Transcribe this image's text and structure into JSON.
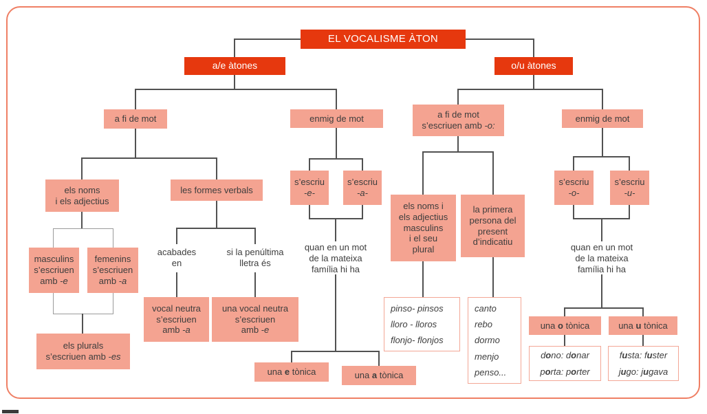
{
  "colors": {
    "red": "#e6380e",
    "salmon": "#f4a391",
    "frame_border": "#ef7f64",
    "line": "#515151",
    "text": "#3d3d3d"
  },
  "title": {
    "label": "EL VOCALISME ÀTON"
  },
  "ae": {
    "label": "a/e àtones",
    "fi": {
      "label": "a fi de mot",
      "noms": {
        "label": "els noms\ni els adjectius",
        "masculins": [
          [
            {
              "t": "masculins"
            }
          ],
          [
            {
              "t": "s’escriuen"
            }
          ],
          [
            {
              "t": "amb "
            },
            {
              "t": "-e",
              "i": true
            }
          ]
        ],
        "femenins": [
          [
            {
              "t": "femenins"
            }
          ],
          [
            {
              "t": "s’escriuen"
            }
          ],
          [
            {
              "t": "amb "
            },
            {
              "t": "-a",
              "i": true
            }
          ]
        ],
        "plurals": [
          [
            {
              "t": "els plurals"
            }
          ],
          [
            {
              "t": "s’escriuen amb "
            },
            {
              "t": "-es",
              "i": true
            }
          ]
        ]
      },
      "verbals": {
        "label": "les formes verbals",
        "acabades": "acabades\nen",
        "penultima": "si la penúltima\nlletra és",
        "vocal_a": [
          [
            {
              "t": "vocal neutra"
            }
          ],
          [
            {
              "t": "s’escriuen"
            }
          ],
          [
            {
              "t": "amb "
            },
            {
              "t": "-a",
              "i": true
            }
          ]
        ],
        "vocal_e": [
          [
            {
              "t": "una vocal neutra"
            }
          ],
          [
            {
              "t": "s’escriuen"
            }
          ],
          [
            {
              "t": "amb "
            },
            {
              "t": "-e",
              "i": true
            }
          ]
        ]
      }
    },
    "enmig": {
      "label": "enmig de mot",
      "escriu_e": [
        [
          {
            "t": "s’escriu"
          }
        ],
        [
          {
            "t": "-e-",
            "i": true
          }
        ]
      ],
      "escriu_a": [
        [
          {
            "t": "s’escriu"
          }
        ],
        [
          {
            "t": "-a-",
            "i": true
          }
        ]
      ],
      "quan": "quan en un mot\nde la mateixa\nfamília hi ha",
      "tonica_e": [
        [
          {
            "t": "una "
          },
          {
            "t": "e",
            "b": true
          },
          {
            "t": " tònica"
          }
        ]
      ],
      "tonica_a": [
        [
          {
            "t": "una "
          },
          {
            "t": "a",
            "b": true
          },
          {
            "t": " tònica"
          }
        ]
      ]
    }
  },
  "ou": {
    "label": "o/u àtones",
    "fi": {
      "rich": [
        [
          {
            "t": "a fi de mot"
          }
        ],
        [
          {
            "t": "s’escriuen amb "
          },
          {
            "t": "-o:",
            "i": true
          }
        ]
      ],
      "noms": "els noms i\nels adjectius\nmasculins\ni el seu\nplural",
      "primera": "la primera\npersona del\npresent\nd’indicatiu",
      "ex_noms": "pinso- pinsos\nlloro - lloros\nflonjo- flonjos",
      "ex_primera": "canto\nrebo\ndormo\nmenjo\npenso..."
    },
    "enmig": {
      "label": "enmig de mot",
      "escriu_o": [
        [
          {
            "t": "s’escriu"
          }
        ],
        [
          {
            "t": "-o-",
            "i": true
          }
        ]
      ],
      "escriu_u": [
        [
          {
            "t": "s’escriu"
          }
        ],
        [
          {
            "t": "-u-",
            "i": true
          }
        ]
      ],
      "quan": "quan en un mot\nde la mateixa\nfamília hi ha",
      "tonica_o": [
        [
          {
            "t": "una "
          },
          {
            "t": "o",
            "b": true
          },
          {
            "t": " tònica"
          }
        ]
      ],
      "tonica_u": [
        [
          {
            "t": "una "
          },
          {
            "t": "u",
            "b": true
          },
          {
            "t": " tònica"
          }
        ]
      ],
      "ex_o": [
        [
          {
            "t": "d"
          },
          {
            "t": "o",
            "b": true
          },
          {
            "t": "no: d"
          },
          {
            "t": "o",
            "b": true
          },
          {
            "t": "nar"
          }
        ],
        [
          {
            "t": "p"
          },
          {
            "t": "o",
            "b": true
          },
          {
            "t": "rta: p"
          },
          {
            "t": "o",
            "b": true
          },
          {
            "t": "rter"
          }
        ]
      ],
      "ex_u": [
        [
          {
            "t": "f"
          },
          {
            "t": "u",
            "b": true
          },
          {
            "t": "sta: f"
          },
          {
            "t": "u",
            "b": true
          },
          {
            "t": "ster"
          }
        ],
        [
          {
            "t": "j"
          },
          {
            "t": "u",
            "b": true
          },
          {
            "t": "go: j"
          },
          {
            "t": "u",
            "b": true
          },
          {
            "t": "gava"
          }
        ]
      ]
    }
  }
}
